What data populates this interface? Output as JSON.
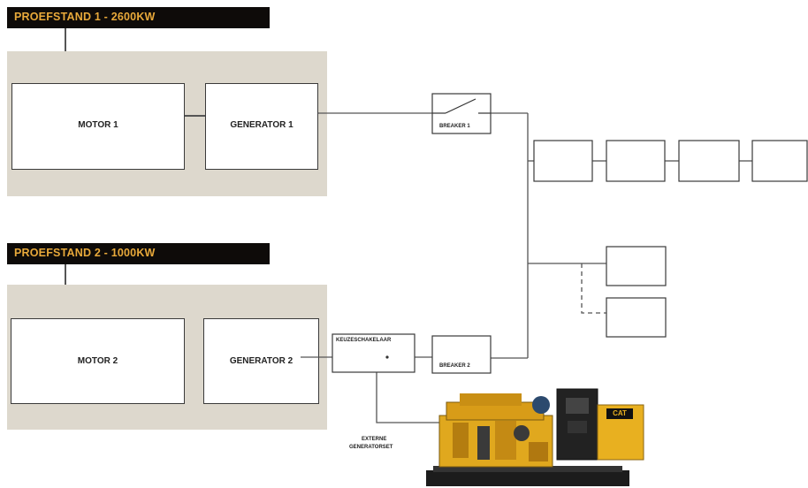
{
  "stand1": {
    "title": "PROEFSTAND 1 - 2600KW",
    "motor": "MOTOR 1",
    "generator": "GENERATOR 1"
  },
  "stand2": {
    "title": "PROEFSTAND 2 - 1000KW",
    "motor": "MOTOR 2",
    "generator": "GENERATOR 2"
  },
  "breaker1": "BREAKER 1",
  "breaker2": "BREAKER 2",
  "selector_switch": "KEUZESCHAKELAAR",
  "external_genset": {
    "line1": "EXTERNE",
    "line2": "GENERATORSET"
  },
  "genset_badge": "CAT",
  "colors": {
    "title_bg": "#0e0b09",
    "title_text": "#e8a93a",
    "stand_bg": "#ddd8cd",
    "genset_yellow": "#e8b020"
  }
}
